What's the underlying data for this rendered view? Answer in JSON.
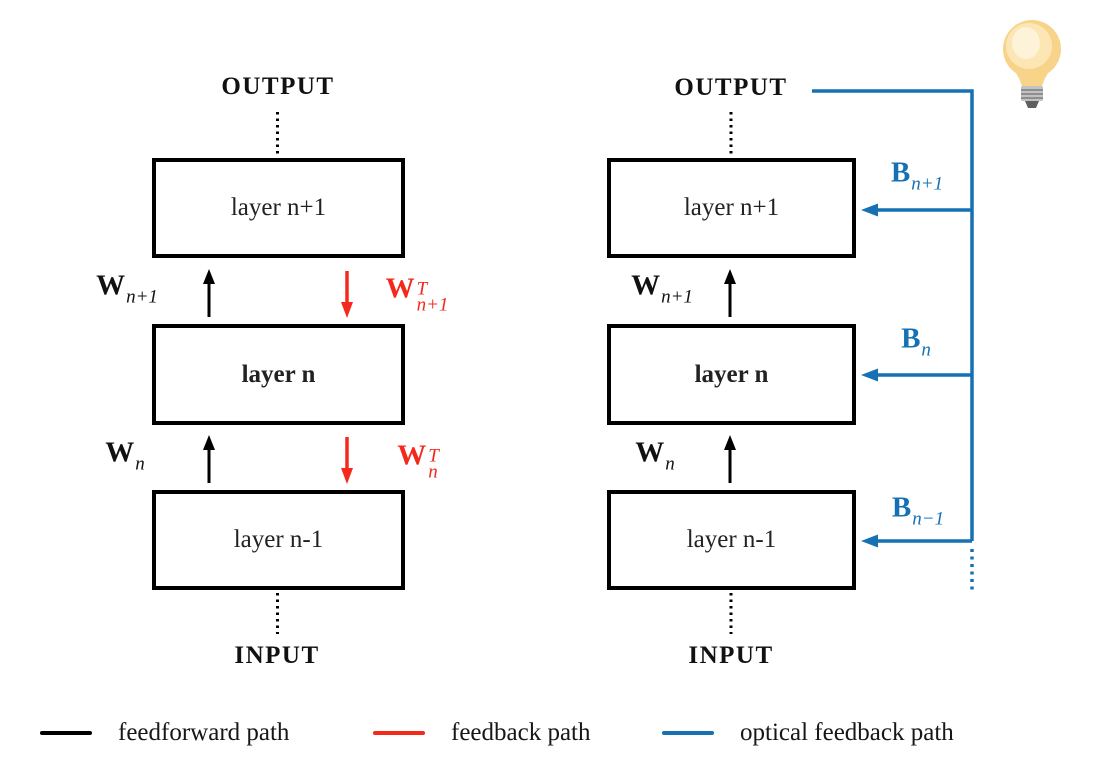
{
  "figure": {
    "type": "neural-network feedback diagram",
    "colors": {
      "feedforward": "#000000",
      "feedback": "#f5281c",
      "optical_feedback": "#1570b4"
    }
  },
  "left_diagram": {
    "output_label": "OUTPUT",
    "input_label": "INPUT",
    "layers": [
      {
        "label": "layer n+1"
      },
      {
        "label": "layer n"
      },
      {
        "label": "layer n-1"
      }
    ],
    "feedforward_weights": [
      {
        "base": "W",
        "sub": "n+1"
      },
      {
        "base": "W",
        "sub": "n"
      }
    ],
    "feedback_weights": [
      {
        "base": "W",
        "sup": "T",
        "sub": "n+1"
      },
      {
        "base": "W",
        "sup": "T",
        "sub": "n"
      }
    ]
  },
  "right_diagram": {
    "output_label": "OUTPUT",
    "input_label": "INPUT",
    "layers": [
      {
        "label": "layer n+1"
      },
      {
        "label": "layer n"
      },
      {
        "label": "layer n-1"
      }
    ],
    "feedforward_weights": [
      {
        "base": "W",
        "sub": "n+1"
      },
      {
        "base": "W",
        "sub": "n"
      }
    ],
    "optical_feedback_weights": [
      {
        "base": "B",
        "sub": "n+1"
      },
      {
        "base": "B",
        "sub": "n"
      },
      {
        "base": "B",
        "sub": "n−1"
      }
    ]
  },
  "legend": {
    "items": [
      {
        "label": "feedforward path",
        "color": "#000000"
      },
      {
        "label": "feedback path",
        "color": "#f5281c"
      },
      {
        "label": "optical feedback path",
        "color": "#1570b4"
      }
    ]
  },
  "icons": {
    "lightbulb": "💡"
  }
}
